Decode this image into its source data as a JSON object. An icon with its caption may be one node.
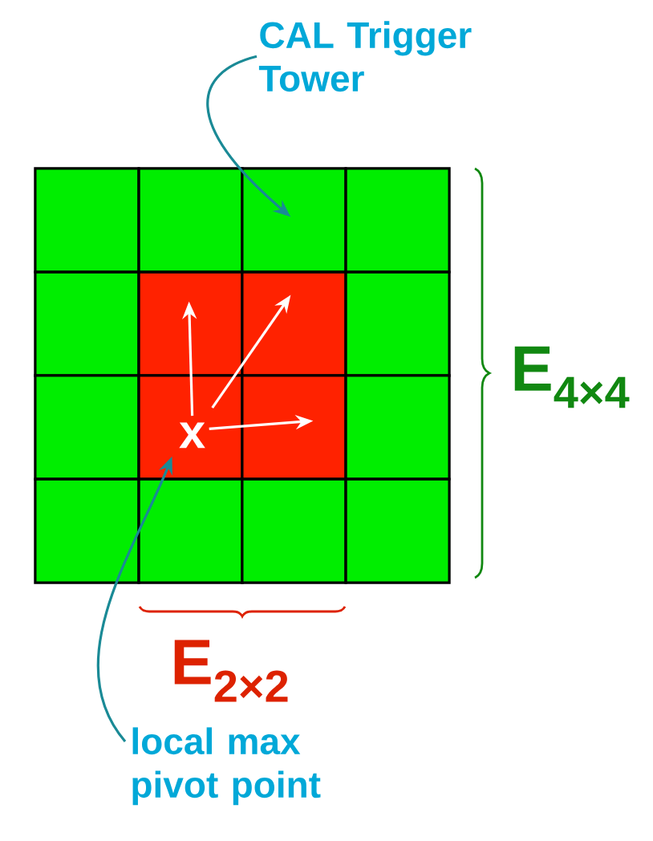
{
  "diagram": {
    "nodes": [
      {
        "text": [
          "CAL Trigger Tower"
        ]
      },
      {
        "text": [],
        "shape": "box"
      },
      {
        "text": [],
        "shape": "box"
      },
      {
        "text": [],
        "shape": "box"
      },
      {
        "text": [],
        "shape": "box"
      },
      {
        "text": [],
        "shape": "box"
      },
      {
        "text": [],
        "shape": "box"
      },
      {
        "text": [],
        "shape": "box"
      },
      {
        "text": [],
        "shape": "box"
      },
      {
        "text": [],
        "shape": "box"
      },
      {
        "text": [],
        "shape": "box"
      },
      {
        "text": [],
        "shape": "box"
      },
      {
        "text": [],
        "shape": "box"
      },
      {
        "text": [],
        "shape": "box"
      },
      {
        "text": [],
        "shape": "box"
      },
      {
        "text": [],
        "shape": "box"
      },
      {
        "text": [],
        "shape": "box"
      },
      {
        "text": [
          "x"
        ],
        "in": 10
      },
      {
        "text": [
          "local max pivot point"
        ]
      }
    ],
    "edges": [
      {
        "from": 0,
        "to": 3,
        "arrow": "to",
        "color": "#1a8a96"
      },
      {
        "from": 18,
        "to": 17,
        "arrow": "to",
        "color": "#1a8a96"
      },
      {
        "from": 17,
        "to": 6,
        "arrow": "to",
        "color": "#ffffff"
      },
      {
        "from": 17,
        "to": 7,
        "arrow": "to",
        "color": "#ffffff"
      },
      {
        "from": 17,
        "to": 11,
        "arrow": "to",
        "color": "#ffffff"
      }
    ],
    "labels": [
      "E$_{4×4}$",
      "E$_{2×2}$"
    ]
  }
}
